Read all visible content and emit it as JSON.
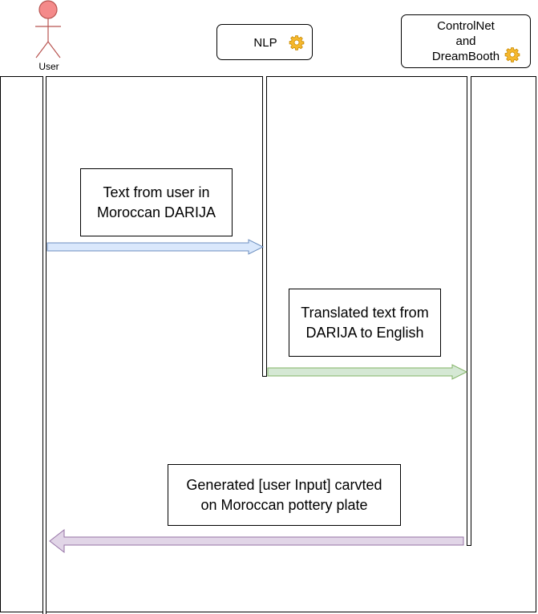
{
  "actor": {
    "label": "User",
    "icon": "stick-figure-icon",
    "head_color": "#f48a8a",
    "stroke_color": "#b85450"
  },
  "participants": {
    "nlp": {
      "label": "NLP",
      "icon": "gear-icon"
    },
    "controlnet": {
      "label": "ControlNet\nand\nDreamBooth",
      "icon": "gear-icon"
    }
  },
  "messages": [
    {
      "text": "Text from user in\nMoroccan DARIJA",
      "from": "User",
      "to": "NLP",
      "arrow_fill": "#dae8fc",
      "arrow_stroke": "#6c8ebf"
    },
    {
      "text": "Translated text from\nDARIJA to English",
      "from": "NLP",
      "to": "ControlNet and DreamBooth",
      "arrow_fill": "#d5e8d4",
      "arrow_stroke": "#82b366"
    },
    {
      "text": "Generated [user Input] carvted\non Moroccan pottery plate",
      "from": "ControlNet and DreamBooth",
      "to": "User",
      "arrow_fill": "#e1d5e7",
      "arrow_stroke": "#9673a6"
    }
  ],
  "colors": {
    "gear_fill": "#f5b82e",
    "gear_stroke": "#c98a00"
  }
}
